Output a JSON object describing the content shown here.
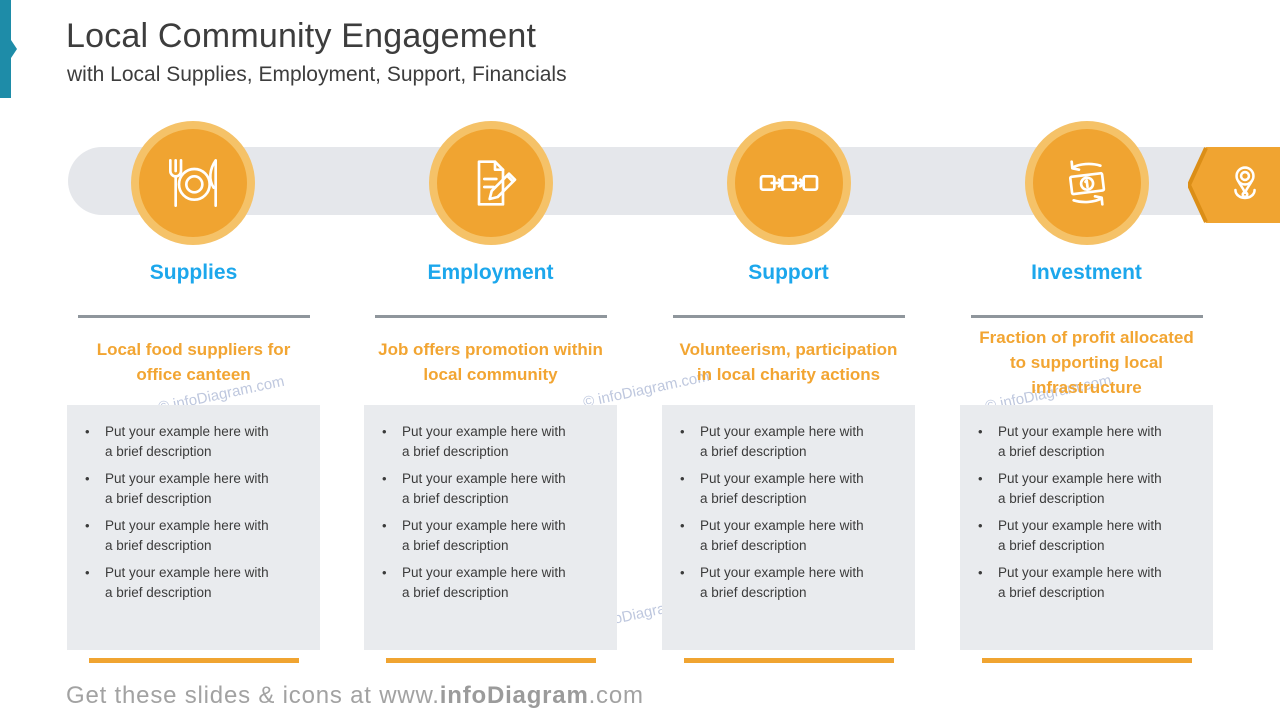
{
  "slide": {
    "title": "Local Community Engagement",
    "subtitle": "with Local Supplies, Employment, Support, Financials",
    "footer_prefix": "Get these slides & icons at www.",
    "footer_brand": "infoDiagram",
    "footer_suffix": ".com",
    "watermark_text": "© infoDiagram.com"
  },
  "colors": {
    "accent_orange": "#F0A431",
    "ring_orange": "#F5C268",
    "heading_blue": "#1CA7EC",
    "teal_marker": "#1E8CA8",
    "band_gray": "#E5E7EB",
    "box_gray": "#E9EBEE",
    "text_dark": "#3D3D3D",
    "footer_gray": "#A2A2A2"
  },
  "bullet_glyph": "•",
  "end_marker_icon": "location-pin-badge-icon",
  "columns": [
    {
      "heading": "Supplies",
      "icon": "restaurant-icon",
      "description_lines": [
        "Local food suppliers for",
        "office canteen",
        ""
      ],
      "bullets": [
        {
          "line1": "Put your example here with",
          "line2": "a brief description"
        },
        {
          "line1": "Put your example here with",
          "line2": "a brief description"
        },
        {
          "line1": "Put your example here with",
          "line2": "a brief description"
        },
        {
          "line1": "Put your example here with",
          "line2": "a brief description"
        }
      ]
    },
    {
      "heading": "Employment",
      "icon": "document-pencil-icon",
      "description_lines": [
        "Job offers promotion within",
        "local community",
        ""
      ],
      "bullets": [
        {
          "line1": "Put your example here with",
          "line2": "a brief description"
        },
        {
          "line1": "Put your example here with",
          "line2": "a brief description"
        },
        {
          "line1": "Put your example here with",
          "line2": "a brief description"
        },
        {
          "line1": "Put your example here with",
          "line2": "a brief description"
        }
      ]
    },
    {
      "heading": "Support",
      "icon": "process-arrows-icon",
      "description_lines": [
        "Volunteerism, participation",
        "in local charity actions",
        ""
      ],
      "bullets": [
        {
          "line1": "Put your example here with",
          "line2": "a brief description"
        },
        {
          "line1": "Put your example here with",
          "line2": "a brief description"
        },
        {
          "line1": "Put your example here with",
          "line2": "a brief description"
        },
        {
          "line1": "Put your example here with",
          "line2": "a brief description"
        }
      ]
    },
    {
      "heading": "Investment",
      "icon": "money-circulation-icon",
      "description_lines": [
        "Fraction of profit allocated",
        "to supporting local",
        "infrastructure"
      ],
      "bullets": [
        {
          "line1": "Put your example here with",
          "line2": "a brief description"
        },
        {
          "line1": "Put your example here with",
          "line2": "a brief description"
        },
        {
          "line1": "Put your example here with",
          "line2": "a brief description"
        },
        {
          "line1": "Put your example here with",
          "line2": "a brief description"
        }
      ]
    }
  ]
}
